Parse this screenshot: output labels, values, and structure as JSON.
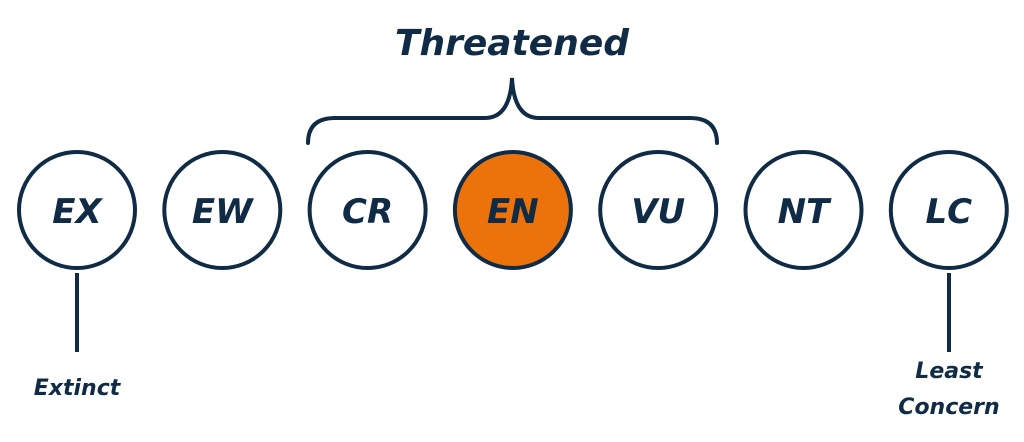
{
  "colors": {
    "stroke": "#0f2b45",
    "highlight": "#ec730c",
    "background": "#ffffff"
  },
  "group_label": "Threatened",
  "categories": [
    {
      "code": "EX",
      "highlighted": false
    },
    {
      "code": "EW",
      "highlighted": false
    },
    {
      "code": "CR",
      "highlighted": false
    },
    {
      "code": "EN",
      "highlighted": true
    },
    {
      "code": "VU",
      "highlighted": false
    },
    {
      "code": "NT",
      "highlighted": false
    },
    {
      "code": "LC",
      "highlighted": false
    }
  ],
  "left_end_label": "Extinct",
  "right_end_label_lines": [
    "Least",
    "Concern"
  ]
}
